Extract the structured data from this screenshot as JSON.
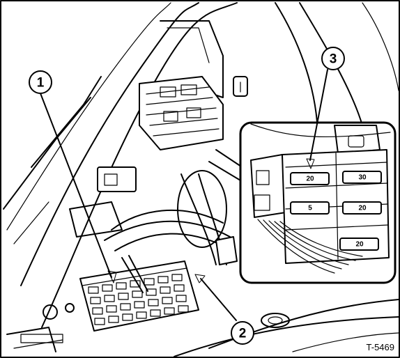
{
  "figure": {
    "code": "T-5469",
    "callouts": [
      {
        "id": "1",
        "label": "1"
      },
      {
        "id": "2",
        "label": "2"
      },
      {
        "id": "3",
        "label": "3"
      }
    ],
    "inset": {
      "fuse_ratings": [
        {
          "label": "20"
        },
        {
          "label": "30"
        },
        {
          "label": "5"
        },
        {
          "label": "20"
        },
        {
          "label": "20"
        }
      ]
    }
  }
}
